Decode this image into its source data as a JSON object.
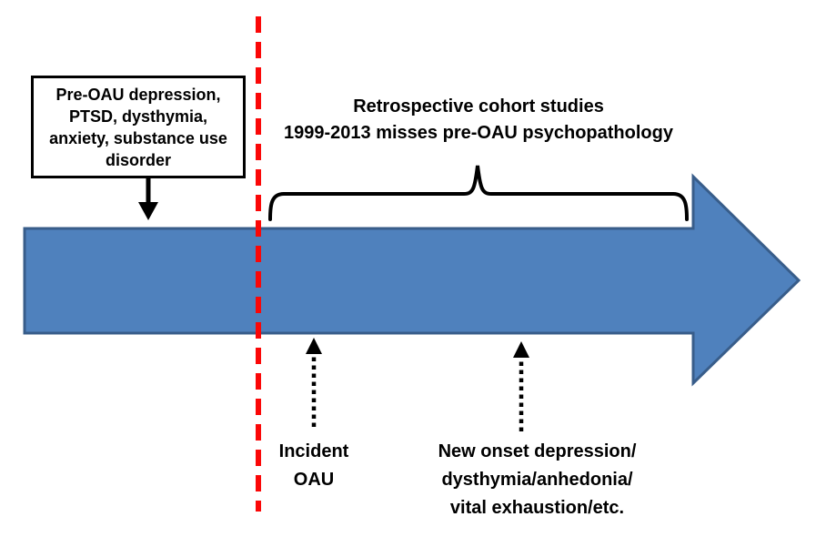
{
  "colors": {
    "timeline_fill": "#4F81BD",
    "timeline_border": "#385D8A",
    "divider_red": "#FB0707",
    "ink": "#000000"
  },
  "pre_oau_box": {
    "lines": [
      "Pre-OAU depression,",
      "PTSD, dysthymia,",
      "anxiety, substance use",
      "disorder"
    ]
  },
  "retrospective_heading": {
    "lines": [
      "Retrospective cohort studies",
      "1999-2013 misses pre-OAU psychopathology"
    ]
  },
  "incident_label": {
    "lines": [
      "Incident",
      "OAU"
    ]
  },
  "new_onset_label": {
    "lines": [
      "New onset depression/",
      "dysthymia/anhedonia/",
      "vital exhaustion/etc."
    ]
  },
  "icons": {
    "timeline-arrow": "large right-pointing block arrow",
    "oau-divider-line": "vertical red dashed line",
    "down-arrow-icon": "solid black downward arrow",
    "curly-brace-icon": "horizontal curly brace pointing up",
    "dotted-up-arrow-icon": "dotted vertical arrow pointing up"
  }
}
